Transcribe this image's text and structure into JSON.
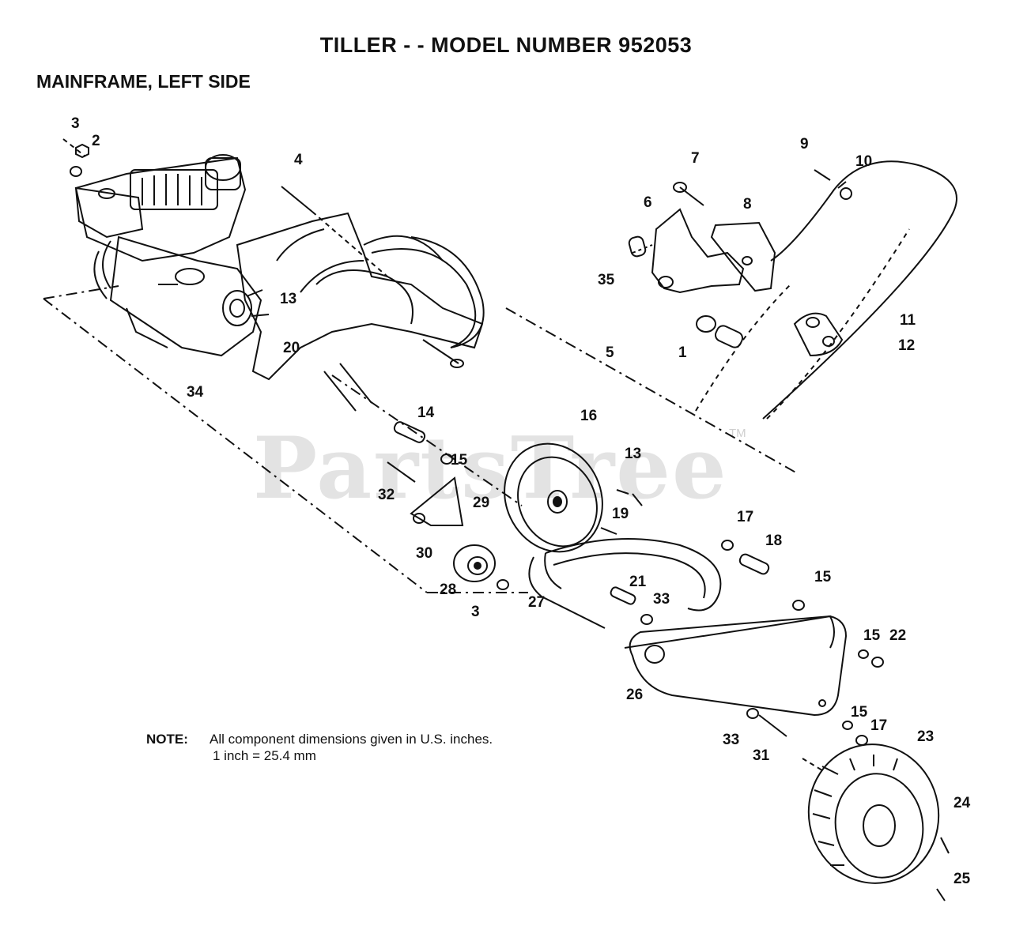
{
  "title": "TILLER - - MODEL NUMBER 952053",
  "subtitle": "MAINFRAME, LEFT SIDE",
  "watermark": "PartsTree",
  "watermark_tm": "TM",
  "note": {
    "label": "NOTE:",
    "line1": "All component dimensions given in U.S. inches.",
    "line2": "1 inch = 25.4 mm"
  },
  "callouts": [
    "1",
    "2",
    "3",
    "4",
    "5",
    "6",
    "7",
    "8",
    "9",
    "10",
    "11",
    "12",
    "13",
    "14",
    "15",
    "16",
    "17",
    "18",
    "19",
    "20",
    "21",
    "22",
    "23",
    "24",
    "25",
    "26",
    "27",
    "28",
    "29",
    "30",
    "31",
    "32",
    "33",
    "34",
    "35"
  ]
}
